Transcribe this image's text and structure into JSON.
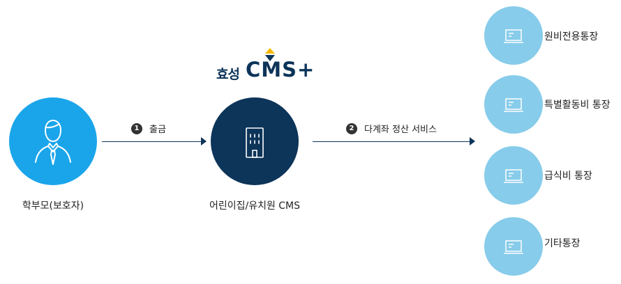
{
  "parent": {
    "label": "학부모(보호자)",
    "icon": "person-with-tie-icon"
  },
  "center": {
    "label": "어린이집/유치원 CMS",
    "icon": "building-icon",
    "logo": {
      "brand_kr": "효성",
      "brand_en": "CMS+"
    }
  },
  "steps": [
    {
      "number": "1",
      "label": "출금"
    },
    {
      "number": "2",
      "label": "다계좌 정산 서비스"
    }
  ],
  "accounts": [
    {
      "label": "원비전용통장",
      "icon": "laptop-icon"
    },
    {
      "label": "특별활동비 통장",
      "icon": "laptop-icon"
    },
    {
      "label": "급식비 통장",
      "icon": "laptop-icon"
    },
    {
      "label": "기타통장",
      "icon": "laptop-icon"
    }
  ],
  "colors": {
    "parent": "#1aa5ea",
    "center": "#0d3459",
    "account": "#87ccea",
    "logo_accent": "#f5b800"
  }
}
